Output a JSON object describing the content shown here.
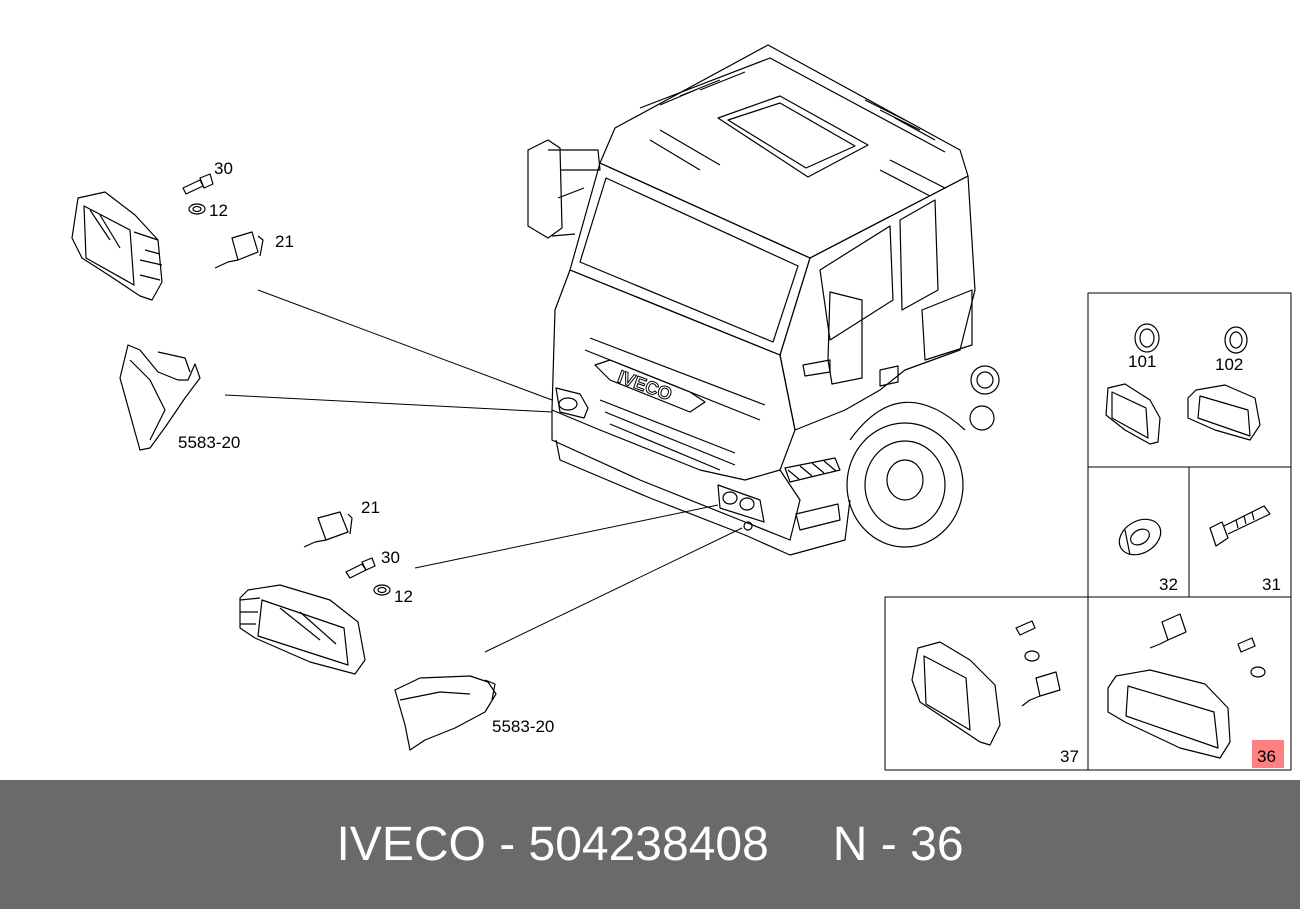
{
  "diagram": {
    "labels": {
      "top_bolt": "30",
      "top_ring": "12",
      "top_bulb": "21",
      "top_corner": "5583-20",
      "bottom_bulb": "21",
      "bottom_bolt": "30",
      "bottom_ring": "12",
      "bottom_corner": "5583-20",
      "inset_ring_101": "101",
      "inset_ring_102": "102",
      "inset_washer": "32",
      "inset_screw": "31",
      "inset_left_assembly": "37",
      "inset_right_assembly": "36"
    },
    "highlight_color": "#ff8080",
    "cab_brand": "IVECO"
  },
  "footer": {
    "brand": "IVECO",
    "separator": "-",
    "part_number": "504238408",
    "position_prefix": "N",
    "position": "36",
    "background": "#6a6a6a"
  }
}
